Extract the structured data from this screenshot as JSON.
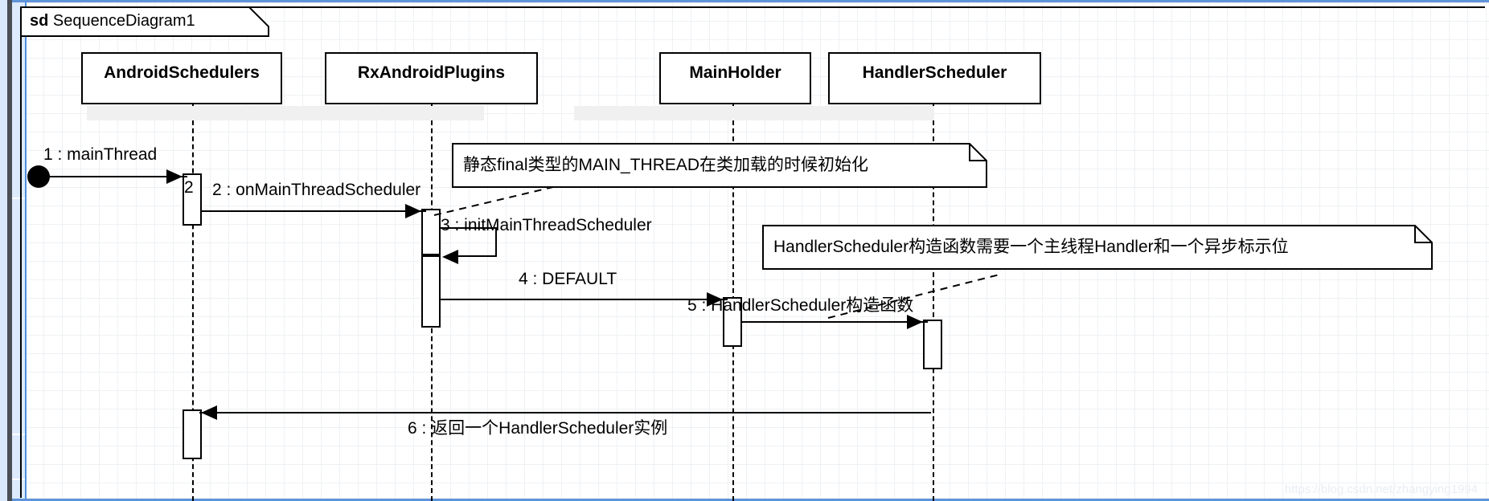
{
  "frame": {
    "stereotype": "sd",
    "name": "SequenceDiagram1"
  },
  "lifelines": [
    {
      "id": "android-schedulers",
      "name": "AndroidSchedulers"
    },
    {
      "id": "rx-android-plugins",
      "name": "RxAndroidPlugins"
    },
    {
      "id": "main-holder",
      "name": "MainHolder"
    },
    {
      "id": "handler-scheduler",
      "name": "HandlerScheduler"
    }
  ],
  "messages": [
    {
      "id": "msg-1",
      "label": "1 : mainThread"
    },
    {
      "id": "msg-2",
      "label": "2 : onMainThreadScheduler"
    },
    {
      "id": "msg-3",
      "label": "3 : initMainThreadScheduler"
    },
    {
      "id": "msg-4",
      "label": "4 : DEFAULT"
    },
    {
      "id": "msg-5",
      "label": "5 : HandlerScheduler构造函数"
    },
    {
      "id": "msg-6",
      "label": "6 : 返回一个HandlerScheduler实例"
    }
  ],
  "activation_numbers": {
    "second": "2"
  },
  "notes": [
    {
      "id": "note-main-thread",
      "text": "静态final类型的MAIN_THREAD在类加载的时候初始化"
    },
    {
      "id": "note-handler-scheduler",
      "text": "HandlerScheduler构造函数需要一个主线程Handler和一个异步标示位"
    }
  ],
  "watermark": {
    "text": "https://blog.csdn.net/zhangying1994"
  },
  "colors": {
    "stroke": "#000000",
    "background": "#ffffff",
    "grid_minor": "#eef1f4",
    "grid_major": "#e2e6ea",
    "shadow": "#f0f0f0",
    "chrome_blue": "#d9e8fb",
    "chrome_rule": "#5f94d8",
    "watermark": "#e9eef3"
  }
}
